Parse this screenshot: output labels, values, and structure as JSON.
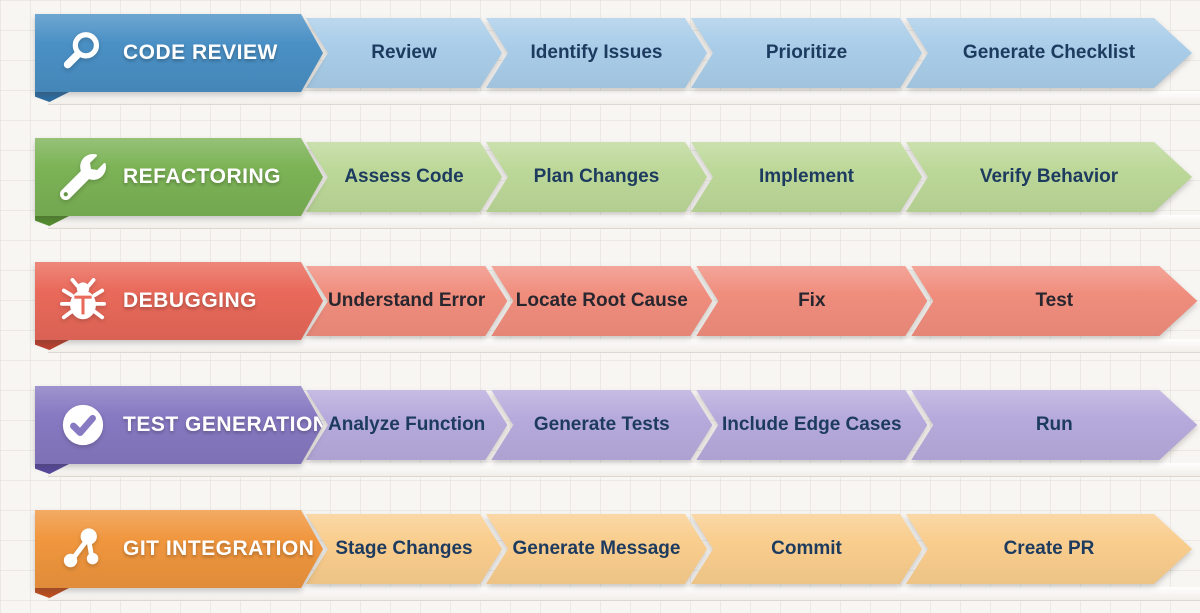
{
  "workflows": [
    {
      "title": "CODE REVIEW",
      "icon": "magnifier-icon",
      "colors": {
        "header": "#4a90c5",
        "header_dark": "#2d6ba0",
        "step": "#a9cde9",
        "text": "#1d3a5f"
      },
      "steps": [
        "Review",
        "Identify Issues",
        "Prioritize",
        "Generate Checklist"
      ]
    },
    {
      "title": "REFACTORING",
      "icon": "wrench-icon",
      "colors": {
        "header": "#7cb356",
        "header_dark": "#538c2f",
        "step": "#bcd898",
        "text": "#1d3a5f"
      },
      "steps": [
        "Assess Code",
        "Plan Changes",
        "Implement",
        "Verify Behavior"
      ]
    },
    {
      "title": "DEBUGGING",
      "icon": "bug-icon",
      "colors": {
        "header": "#e9695a",
        "header_dark": "#b8402f",
        "step": "#f08d7d",
        "text": "#28262e"
      },
      "steps": [
        "Understand Error",
        "Locate Root Cause",
        "Fix",
        "Test"
      ]
    },
    {
      "title": "TEST GENERATION",
      "icon": "check-circle-icon",
      "colors": {
        "header": "#8779c2",
        "header_dark": "#57489b",
        "step": "#b6aadc",
        "text": "#1d3a5f"
      },
      "steps": [
        "Analyze Function",
        "Generate Tests",
        "Include Edge Cases",
        "Run"
      ]
    },
    {
      "title": "GIT INTEGRATION",
      "icon": "git-branch-icon",
      "colors": {
        "header": "#f0963e",
        "header_dark": "#bc4e20",
        "step": "#f9cd8d",
        "text": "#1d3a5f"
      },
      "steps": [
        "Stage Changes",
        "Generate Message",
        "Commit",
        "Create PR"
      ]
    }
  ]
}
